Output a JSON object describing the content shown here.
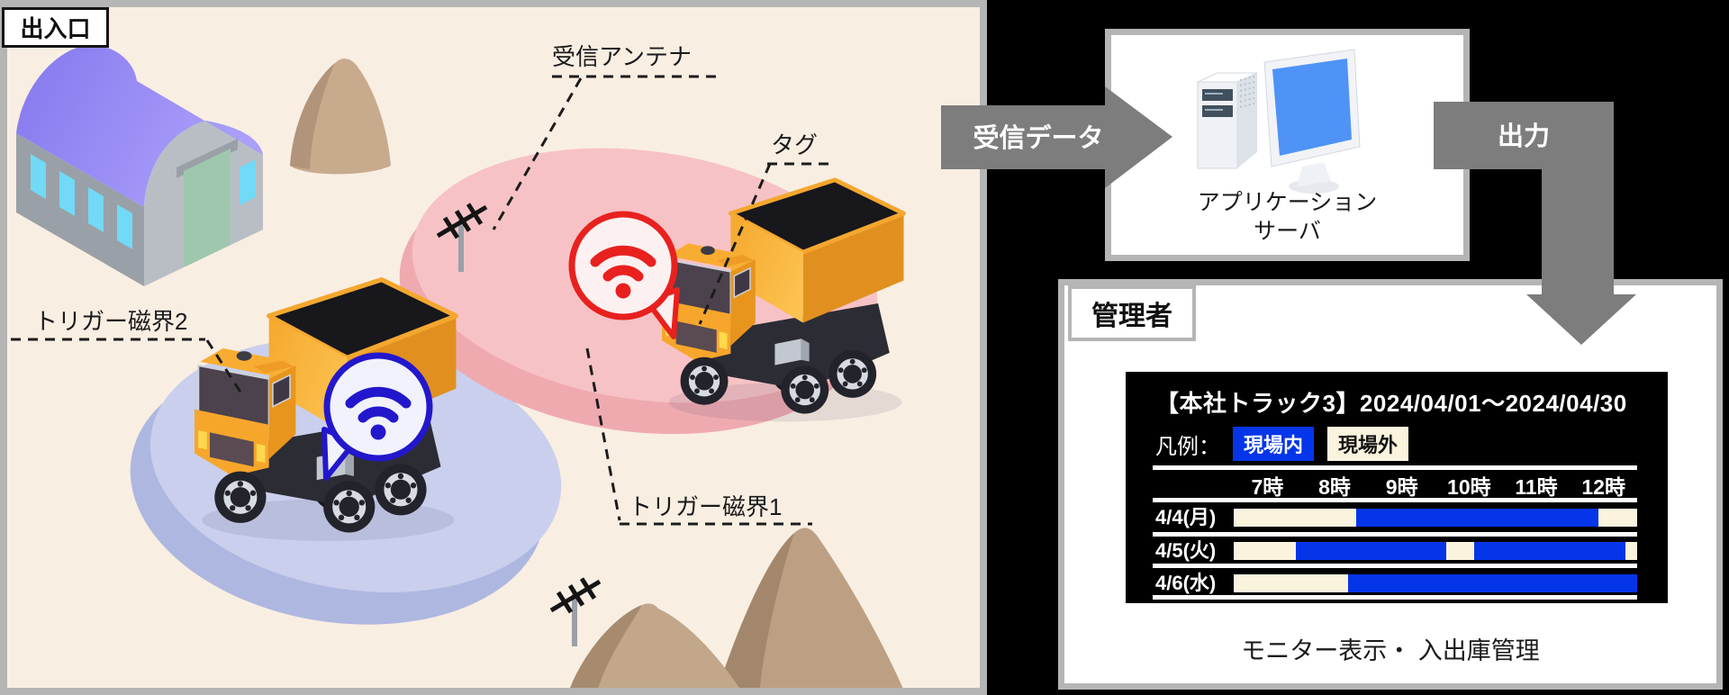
{
  "site_panel": {
    "area_label": "出入口",
    "annotations": {
      "antenna": "受信アンテナ",
      "tag": "タグ",
      "trigger_field_1": "トリガー磁界1",
      "trigger_field_2": "トリガー磁界2"
    }
  },
  "flow": {
    "received_data_label": "受信データ",
    "output_label": "出力",
    "server_caption_line1": "アプリケーション",
    "server_caption_line2": "サーバ"
  },
  "manager_panel": {
    "title": "管理者",
    "caption": "モニター表示・ 入出庫管理"
  },
  "chart_data": {
    "type": "gantt",
    "title": "【本社トラック3】2024/04/01～2024/04/30",
    "legend_label": "凡例：",
    "legend": [
      {
        "label": "現場内",
        "bg": "#0435e8",
        "fg": "#ffffff"
      },
      {
        "label": "現場外",
        "bg": "#faf3de",
        "fg": "#141414"
      }
    ],
    "x_ticks": [
      "7時",
      "8時",
      "9時",
      "10時",
      "11時",
      "12時"
    ],
    "rows": [
      {
        "label": "4/4(月)",
        "segments": [
          {
            "state": "現場外",
            "from": 0.0,
            "to": 0.304
          },
          {
            "state": "現場内",
            "from": 0.304,
            "to": 0.904
          },
          {
            "state": "現場外",
            "from": 0.904,
            "to": 1.0
          }
        ]
      },
      {
        "label": "4/5(火)",
        "segments": [
          {
            "state": "現場外",
            "from": 0.0,
            "to": 0.154
          },
          {
            "state": "現場内",
            "from": 0.154,
            "to": 0.527
          },
          {
            "state": "現場外",
            "from": 0.527,
            "to": 0.596
          },
          {
            "state": "現場内",
            "from": 0.596,
            "to": 0.971
          },
          {
            "state": "現場外",
            "from": 0.971,
            "to": 1.0
          }
        ]
      },
      {
        "label": "4/6(水)",
        "segments": [
          {
            "state": "現場外",
            "from": 0.0,
            "to": 0.283
          },
          {
            "state": "現場内",
            "from": 0.283,
            "to": 1.0
          }
        ]
      }
    ],
    "layout": {
      "grid": "white horizontal separators",
      "legend_position": "top-left of monitor"
    }
  },
  "colors": {
    "panel_bg": "#f9eee2",
    "frame_gray": "#b5b5b5",
    "arrow_gray": "#7d7d7d",
    "screen_bg": "#000000",
    "bar_inside_blue": "#0435e8",
    "bar_outside_cream": "#faf3de",
    "wifi_red": "#e8211f",
    "wifi_blue": "#2317cc",
    "field_pink": "#f7c2c5",
    "field_blue": "#c9cfec"
  }
}
